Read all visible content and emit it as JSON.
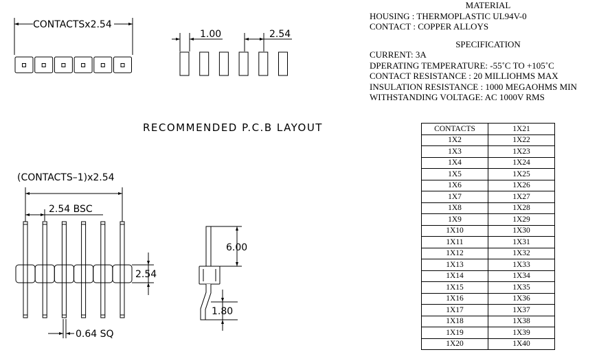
{
  "top_view": {
    "dim_label": "CONTACTSx2.54"
  },
  "pcb_layout": {
    "title": "RECOMMENDED P.C.B LAYOUT",
    "pad_width_label": "1.00",
    "pitch_label": "2.54"
  },
  "front_view": {
    "total_label": "(CONTACTS–1)x2.54",
    "pitch_label": "2.54 BSC",
    "body_height_label": "2.54",
    "pin_size_label": "0.64 SQ"
  },
  "side_view": {
    "upper_length_label": "6.00",
    "lower_length_label": "1.80"
  },
  "material": {
    "heading": "MATERIAL",
    "housing": "HOUSING  :  THERMOPLASTIC UL94V-0",
    "contact": "CONTACT :  COPPER ALLOYS"
  },
  "specification": {
    "heading": "SPECIFICATION",
    "current": "CURRENT: 3A",
    "temperature": "DPERATING TEMPERATURE:  -55˚C  TO +105˚C",
    "contact_resistance": "CONTACT RESISTANCE : 20 MILLIOHMS MAX",
    "insulation_resistance": "INSULATION RESISTANCE : 1000 MEGAOHMS MIN",
    "withstanding_voltage": "WITHSTANDING VOLTAGE:  AC 1000V RMS"
  },
  "contacts_table": {
    "header": [
      "CONTACTS",
      "1X21"
    ],
    "rows": [
      [
        "1X2",
        "1X22"
      ],
      [
        "1X3",
        "1X23"
      ],
      [
        "1X4",
        "1X24"
      ],
      [
        "1X5",
        "1X25"
      ],
      [
        "1X6",
        "1X26"
      ],
      [
        "1X7",
        "1X27"
      ],
      [
        "1X8",
        "1X28"
      ],
      [
        "1X9",
        "1X29"
      ],
      [
        "1X10",
        "1X30"
      ],
      [
        "1X11",
        "1X31"
      ],
      [
        "1X12",
        "1X32"
      ],
      [
        "1X13",
        "1X33"
      ],
      [
        "1X14",
        "1X34"
      ],
      [
        "1X15",
        "1X35"
      ],
      [
        "1X16",
        "1X36"
      ],
      [
        "1X17",
        "1X37"
      ],
      [
        "1X18",
        "1X38"
      ],
      [
        "1X19",
        "1X39"
      ],
      [
        "1X20",
        "1X40"
      ]
    ]
  }
}
